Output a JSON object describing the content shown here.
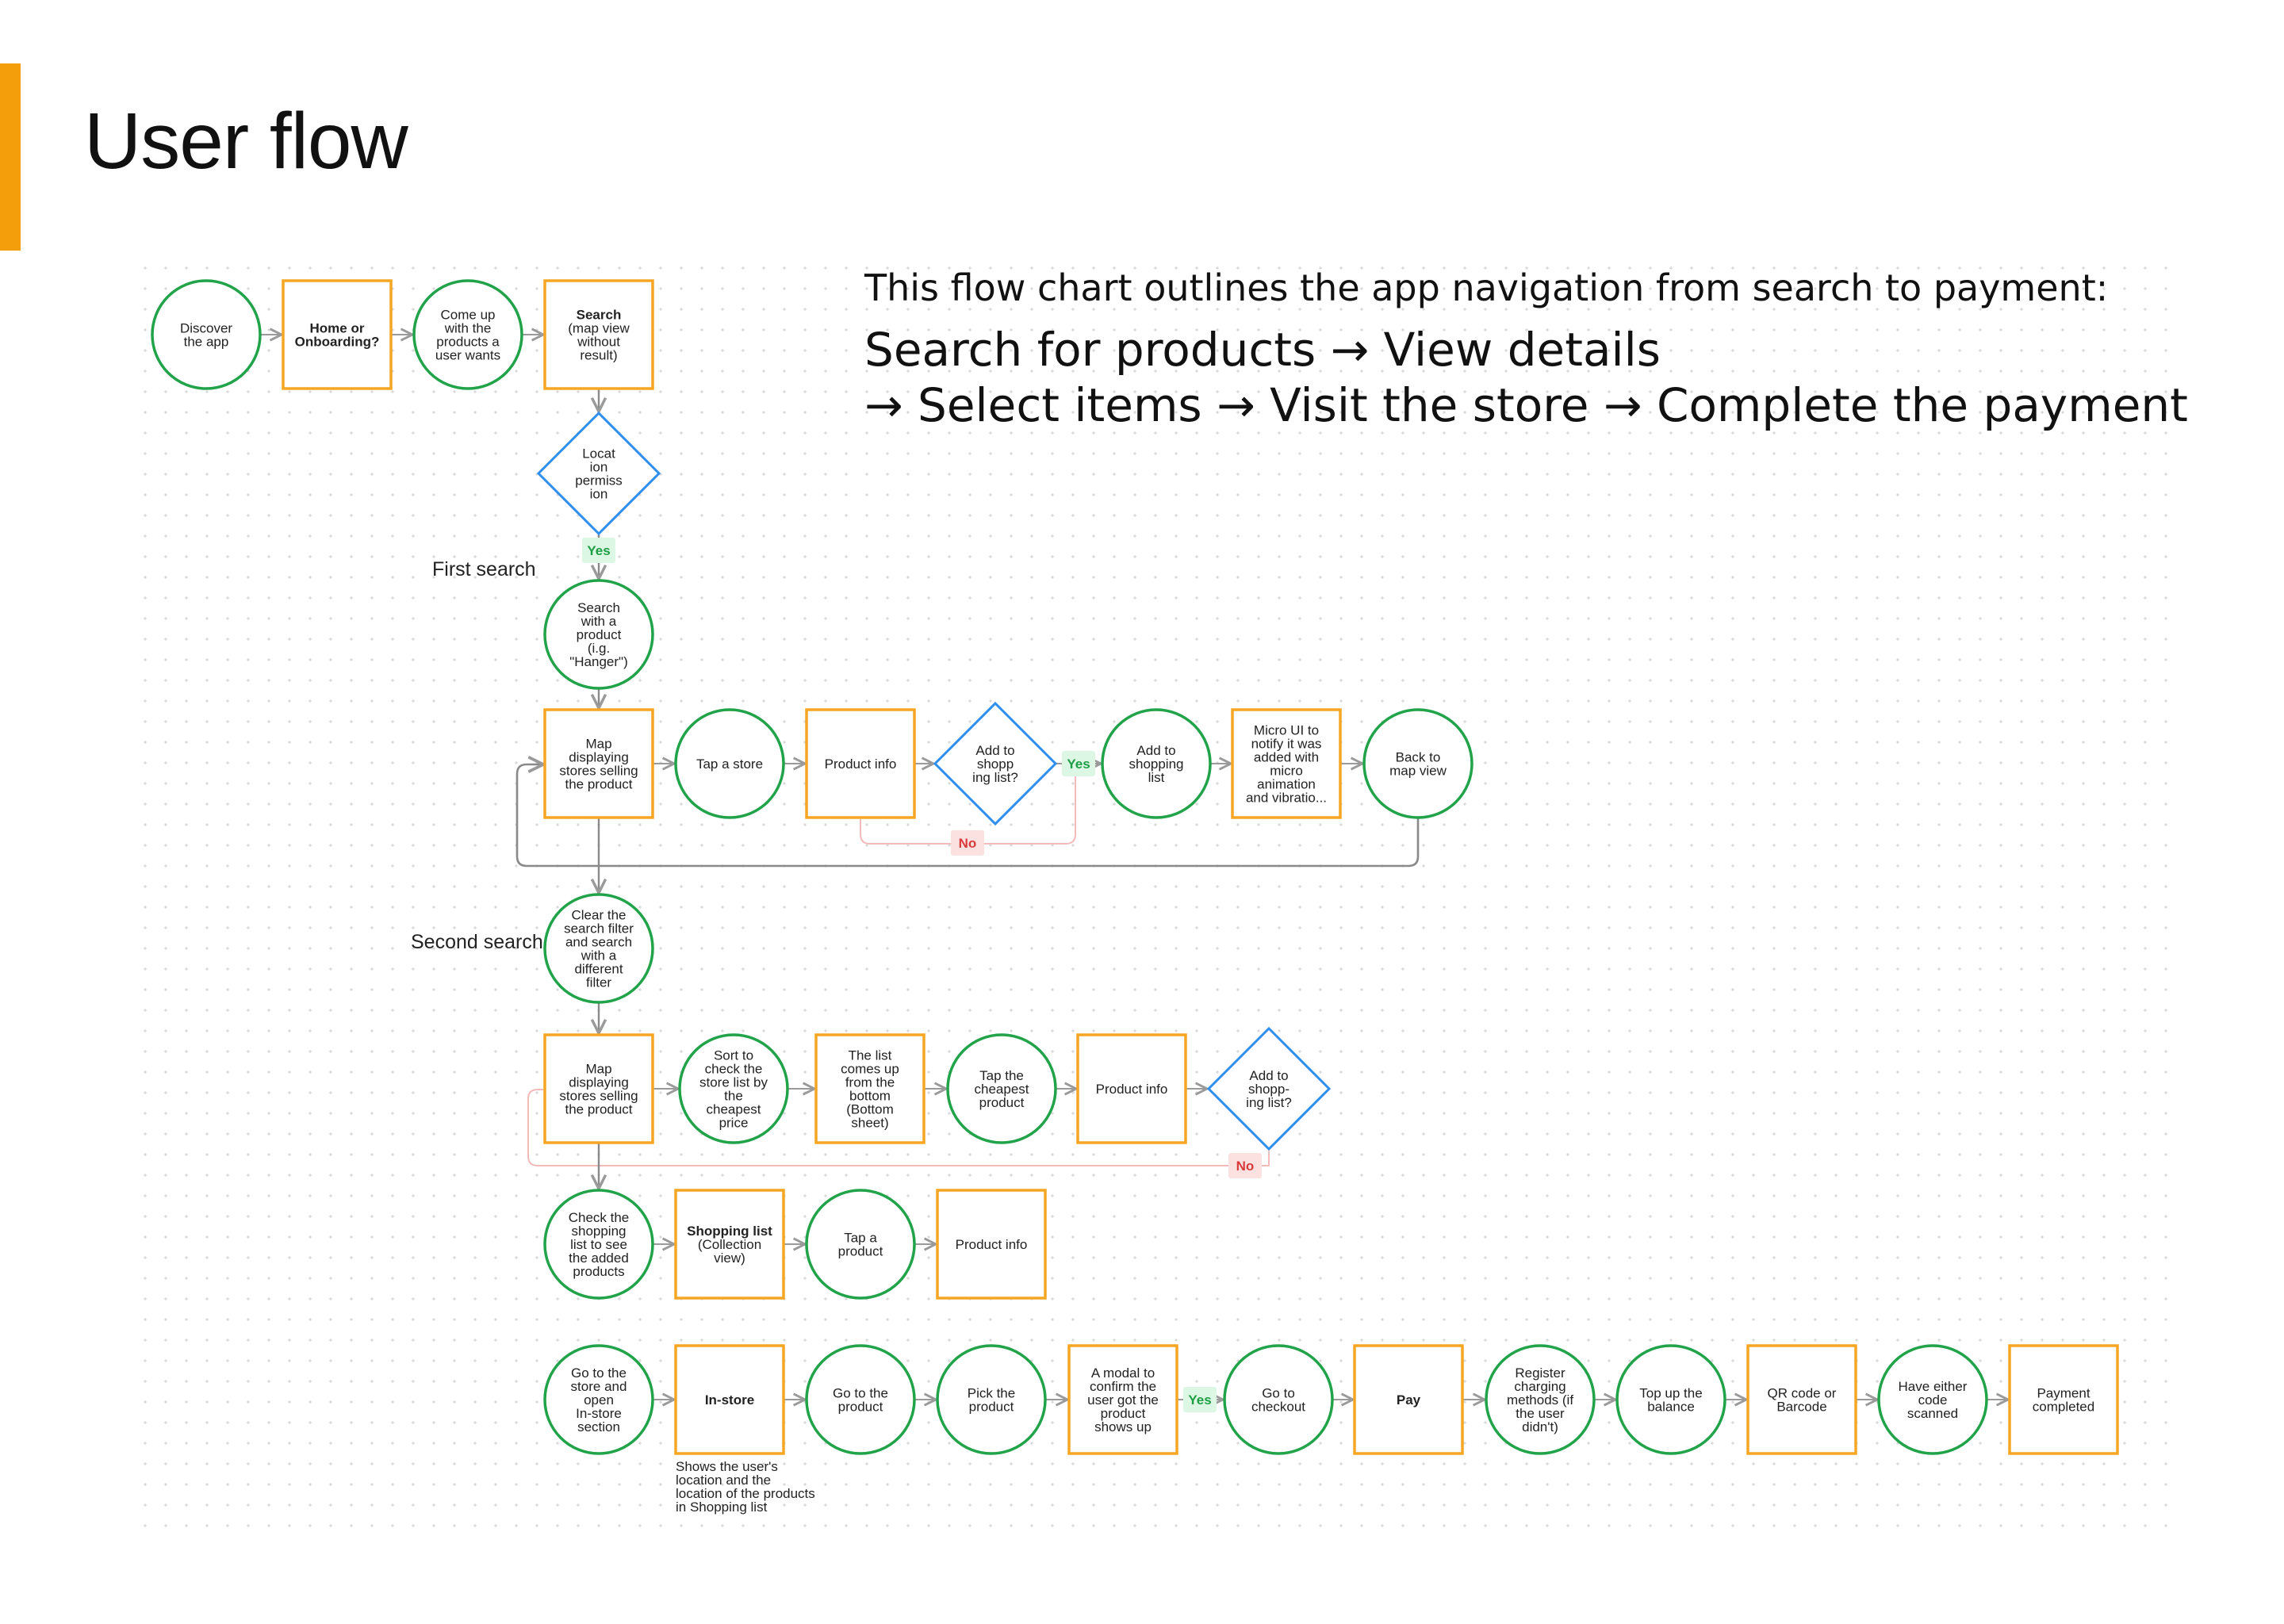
{
  "page": {
    "title": "User flow",
    "intro": {
      "line1": "This flow chart outlines the app navigation from search to payment:",
      "line2": "Search for products → View details",
      "line3": "→ Select items → Visit the store → Complete the payment"
    }
  },
  "colors": {
    "accent": "#F59E0B",
    "circle_stroke": "#22A34A",
    "box_stroke": "#F5A623",
    "diamond_stroke": "#2F8FEF",
    "yes_bg": "#DCF7E3",
    "yes_text": "#1E9E45",
    "no_bg": "#FCE1E1",
    "no_text": "#D93B3B",
    "arrow": "#9a9a9a",
    "loop_line": "#8a8a8a",
    "no_line": "#F2BABA"
  },
  "section_labels": {
    "first_search": "First search",
    "second_search": "Second search"
  },
  "badges": {
    "yes": "Yes",
    "no": "No"
  },
  "nodes": [
    {
      "id": "discover",
      "shape": "circle",
      "lines": [
        "Discover",
        "the app"
      ]
    },
    {
      "id": "home",
      "shape": "box",
      "bold": true,
      "lines": [
        "Home or",
        "Onboarding?"
      ]
    },
    {
      "id": "come_up",
      "shape": "circle",
      "lines": [
        "Come up",
        "with the",
        "products a",
        "user wants"
      ]
    },
    {
      "id": "search",
      "shape": "box",
      "bold_first": true,
      "lines": [
        "Search",
        "(map view",
        "without",
        "result)"
      ]
    },
    {
      "id": "location",
      "shape": "diamond",
      "lines": [
        "Locat",
        "ion",
        "permiss",
        "ion"
      ]
    },
    {
      "id": "search_product",
      "shape": "circle",
      "lines": [
        "Search",
        "with a",
        "product",
        "(i.g.",
        "\"Hanger\")"
      ]
    },
    {
      "id": "map1",
      "shape": "box",
      "lines": [
        "Map",
        "displaying",
        "stores selling",
        "the product"
      ]
    },
    {
      "id": "tap_store",
      "shape": "circle",
      "lines": [
        "Tap a store"
      ]
    },
    {
      "id": "product_info1",
      "shape": "box",
      "lines": [
        "Product info"
      ]
    },
    {
      "id": "add_shopping1",
      "shape": "diamond",
      "lines": [
        "Add to",
        "shopp",
        "ing list?"
      ]
    },
    {
      "id": "add_list",
      "shape": "circle",
      "lines": [
        "Add to",
        "shopping",
        "list"
      ]
    },
    {
      "id": "micro_ui",
      "shape": "box",
      "lines": [
        "Micro UI to",
        "notify it was",
        "added with",
        "micro",
        "animation",
        "and vibratio..."
      ]
    },
    {
      "id": "back_map",
      "shape": "circle",
      "lines": [
        "Back to",
        "map view"
      ]
    },
    {
      "id": "clear_filter",
      "shape": "circle",
      "lines": [
        "Clear the",
        "search filter",
        "and search",
        "with a",
        "different",
        "filter"
      ]
    },
    {
      "id": "map2",
      "shape": "box",
      "lines": [
        "Map",
        "displaying",
        "stores selling",
        "the product"
      ]
    },
    {
      "id": "sort",
      "shape": "circle",
      "lines": [
        "Sort to",
        "check the",
        "store list by",
        "the",
        "cheapest",
        "price"
      ]
    },
    {
      "id": "list_up",
      "shape": "box",
      "lines": [
        "The list",
        "comes up",
        "from the",
        "bottom",
        "(Bottom",
        "sheet)"
      ]
    },
    {
      "id": "tap_cheapest",
      "shape": "circle",
      "lines": [
        "Tap the",
        "cheapest",
        "product"
      ]
    },
    {
      "id": "product_info2",
      "shape": "box",
      "lines": [
        "Product info"
      ]
    },
    {
      "id": "add_shopping2",
      "shape": "diamond",
      "lines": [
        "Add to",
        "shopp-",
        "ing list?"
      ]
    },
    {
      "id": "check_list",
      "shape": "circle",
      "lines": [
        "Check the",
        "shopping",
        "list to see",
        "the added",
        "products"
      ]
    },
    {
      "id": "shopping_list",
      "shape": "box",
      "bold_first": true,
      "lines": [
        "Shopping list",
        "(Collection",
        "view)"
      ]
    },
    {
      "id": "tap_product",
      "shape": "circle",
      "lines": [
        "Tap a",
        "product"
      ]
    },
    {
      "id": "product_info3",
      "shape": "box",
      "lines": [
        "Product info"
      ]
    },
    {
      "id": "go_store",
      "shape": "circle",
      "lines": [
        "Go to the",
        "store and",
        "open",
        "In-store",
        "section"
      ]
    },
    {
      "id": "in_store",
      "shape": "box",
      "bold": true,
      "lines": [
        "In-store"
      ]
    },
    {
      "id": "go_product",
      "shape": "circle",
      "lines": [
        "Go to the",
        "product"
      ]
    },
    {
      "id": "pick_product",
      "shape": "circle",
      "lines": [
        "Pick the",
        "product"
      ]
    },
    {
      "id": "modal",
      "shape": "box",
      "lines": [
        "A modal to",
        "confirm the",
        "user got the",
        "product",
        "shows up"
      ]
    },
    {
      "id": "go_checkout",
      "shape": "circle",
      "lines": [
        "Go to",
        "checkout"
      ]
    },
    {
      "id": "pay",
      "shape": "box",
      "bold": true,
      "lines": [
        "Pay"
      ]
    },
    {
      "id": "register",
      "shape": "circle",
      "lines": [
        "Register",
        "charging",
        "methods (if",
        "the user",
        "didn't)"
      ]
    },
    {
      "id": "top_up",
      "shape": "circle",
      "lines": [
        "Top up the",
        "balance"
      ]
    },
    {
      "id": "qr_code",
      "shape": "box",
      "lines": [
        "QR code or",
        "Barcode"
      ]
    },
    {
      "id": "code_scanned",
      "shape": "circle",
      "lines": [
        "Have either",
        "code",
        "scanned"
      ]
    },
    {
      "id": "payment_done",
      "shape": "box",
      "lines": [
        "Payment",
        "completed"
      ]
    }
  ],
  "in_store_note": [
    "Shows the user's",
    "location and the",
    "location of the products",
    "in Shopping list"
  ]
}
